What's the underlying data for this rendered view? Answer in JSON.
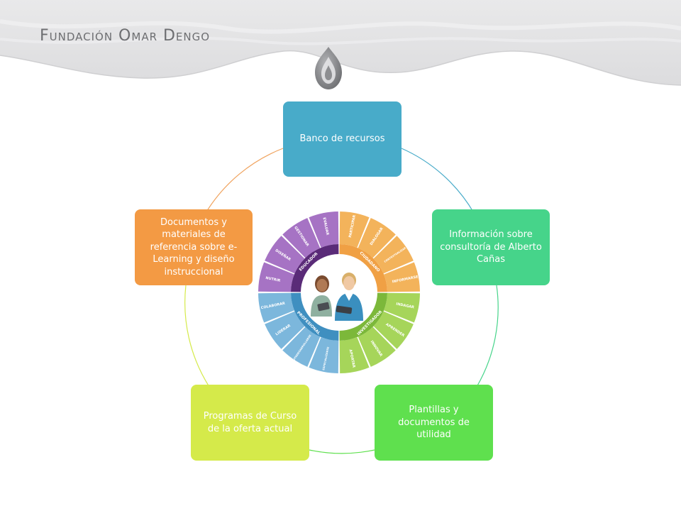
{
  "header": {
    "brand": "Fundación Omar Dengo",
    "logo_icon": "flame-drop-icon"
  },
  "colors": {
    "box_top": "#48abc9",
    "box_right": "#46d48a",
    "box_bottom_right": "#5fe04e",
    "box_bottom_left": "#d5ea4a",
    "box_left": "#f39a44"
  },
  "boxes": {
    "top": "Banco de recursos",
    "right": "Información sobre consultoría de Alberto Cañas",
    "bottom_right": "Plantillas y documentos de utilidad",
    "bottom_left": "Programas de Curso de la oferta actual",
    "left": "Documentos y materiales de referencia sobre e-Learning y diseño instruccional"
  },
  "wheel": {
    "sections": {
      "educador": "EDUCADOR",
      "ciudadano": "CIUDADANO",
      "investigador": "INVESTIGADOR",
      "profesional": "PROFESIONAL"
    },
    "segments": {
      "evaluar": "EVALUAR",
      "gestionar": "GESTIONAR",
      "disenar": "DISEÑAR",
      "nutrir": "NUTRIR",
      "participar": "PARTICIPAR",
      "dialogar": "DIALOGAR",
      "contextualizar": "CONTEXTUALIZAR",
      "informarse": "INFORMARSE",
      "indagar": "INDAGAR",
      "aprender": "APRENDER",
      "innovar": "INNOVAR",
      "aportar": "APORTAR",
      "colaborar": "COLABORAR",
      "liderar": "LIDERAR",
      "autodesarrollarse": "AUTODESARROLLARSE",
      "especializarse": "ESPECIALIZARSE"
    }
  }
}
